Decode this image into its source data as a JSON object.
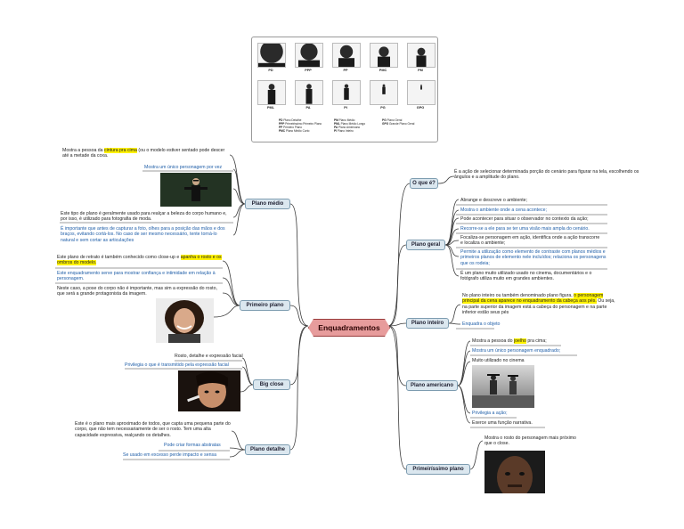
{
  "center": {
    "label": "Enquadramentos"
  },
  "legend": {
    "row1": [
      "PD",
      "PPP",
      "PP",
      "PMC",
      "PM"
    ],
    "row2": [
      "PML",
      "PA",
      "PI",
      "PG",
      "GPG"
    ],
    "col1": [
      {
        "code": "PD",
        "name": "Plano Detalhe"
      },
      {
        "code": "PPP",
        "name": "Primeirissimo Primeiro Plano"
      },
      {
        "code": "PP",
        "name": "Primeiro Plano"
      },
      {
        "code": "PMC",
        "name": "Plano Médio Curto"
      }
    ],
    "col2": [
      {
        "code": "PM",
        "name": "Plano Médio"
      },
      {
        "code": "PML",
        "name": "Plano Médio Longo"
      },
      {
        "code": "PA",
        "name": "Plano Americano"
      },
      {
        "code": "PI",
        "name": "Plano Inteiro"
      }
    ],
    "col3": [
      {
        "code": "PG",
        "name": "Plano Geral"
      },
      {
        "code": "GPG",
        "name": "Grande Plano Geral"
      }
    ]
  },
  "branches": {
    "o_que_e": {
      "label": "O que é?",
      "text": "É a ação de selecionar determinada porção  do cenário para figurar na tela, escolhendo os ângulos e a amplitude do plano."
    },
    "plano_geral": {
      "label": "Plano geral",
      "items": [
        "Abrange e descreve o ambiente;",
        "Mostra o ambiente onde a cena acontece;",
        "Pode acontecer para situar o observador no contexto da ação;",
        "Recorre-se a ele para se ter uma visão mais ampla do cenário.",
        "Focaliza-se personagem em ação, identifica onde a ação transcorre e localiza o ambiente;",
        "Permite a utilização como elemento de contraste com planos médios e primeiros planos de elemento nele incluídos; relaciona os personagens que os rodeia;",
        "É um plano muito utilizado usado no cinema, documentários e o fotógrafo utiliza muito em grandes ambientes."
      ]
    },
    "plano_inteiro": {
      "label": "Plano inteiro",
      "text_pre": "No plano inteiro ou também denominado plano figura,",
      "text_hl": "o personagem principal da cena aparece no enquadramento da cabeça aos pés.",
      "text_post": "Ou seja, na parte superior da imagem está a cabeça do personagem e na parte inferior estão seus pés",
      "item": "Enquadra o objeto"
    },
    "plano_americano": {
      "label": "Plano americano",
      "item1_pre": "Mostra a pessoa do",
      "item1_hl": "joelho",
      "item1_post": "pra cima;",
      "item2": "Mostra um único personagem enquadrado;",
      "item3": "Muito utilizado no cinema",
      "item4": "Privilegia a ação;",
      "item5": "Exerce  uma função narrativa."
    },
    "primeirissimo": {
      "label": "Primeiríssimo plano",
      "text": "Mostra o rosto do personagem mais próximo que o close."
    },
    "plano_medio": {
      "label": "Plano médio",
      "top_pre": "Mostra a pessoa da",
      "top_hl": "cintura pra cima",
      "top_post": "(ou o modelo estiver sentado pode descer  até a metade da coxa.",
      "blue1": "Mostra um único personagem por vez",
      "text2": "Este tipo de plano é geralmente usado para realçar a beleza do corpo humano e, por isso, é utilizado para fotografia de moda.",
      "blue2": "É importante que antes de capturar a foto, olhes para a posição das mãos e dos braços, evitando cortá-los. No caso de ser mesmo necessário, tente torná-lo natural e sem cortar as articulações"
    },
    "primeiro_plano": {
      "label": "Primeiro plano",
      "top_pre": "Este plano de retrato é também conhecido como close-up e",
      "top_hl": "apanha o rosto e os ombros do modelo.",
      "blue1": "Este enquadramento serve para mostrar confiança e intimidade em relação à personagem.",
      "text2": "Neste caso, a pose do corpo não é importante, mas sim a expressão do rosto, que será a grande protagonista da imagem."
    },
    "big_close": {
      "label": "Big close",
      "item1": "Rosto, detalhe e expressão facial",
      "item2": "Privilegia o que é transmitido pela expressão facial"
    },
    "plano_detalhe": {
      "label": "Plano detalhe",
      "text": "Este é o plano mais aproximado de todos, que capta uma pequena parte do corpo, que não tem necessariamente de ser o rosto. Tem uma alta capacidade expressiva, realçando os detalhes.",
      "item1": "Pode criar formas abstratas",
      "item2": "Se usado em excesso perde impacto e sensa"
    }
  },
  "colors": {
    "node_fill": "#dbe7ef",
    "center_fill": "#e79c9c",
    "link_blue": "#1f5ea8",
    "highlight": "#fff200"
  }
}
